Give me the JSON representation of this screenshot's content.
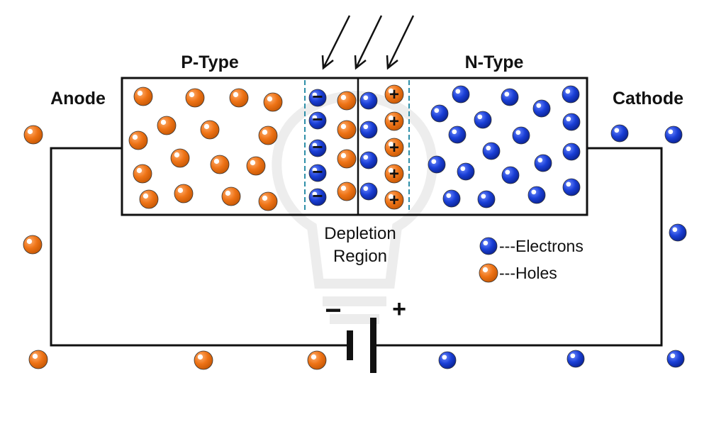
{
  "labels": {
    "p_type": "P-Type",
    "n_type": "N-Type",
    "anode": "Anode",
    "cathode": "Cathode",
    "depletion_line1": "Depletion",
    "depletion_line2": "Region"
  },
  "legend": {
    "electrons": "---Electrons",
    "holes": "---Holes"
  },
  "battery": {
    "negative": "−",
    "positive": "+"
  },
  "ion_signs": {
    "negative": "−",
    "positive": "+"
  },
  "colors": {
    "electron": "#1a3fd6",
    "hole": "#ee7316",
    "wire": "#111111",
    "depletion_border": "#2e8fa8"
  }
}
